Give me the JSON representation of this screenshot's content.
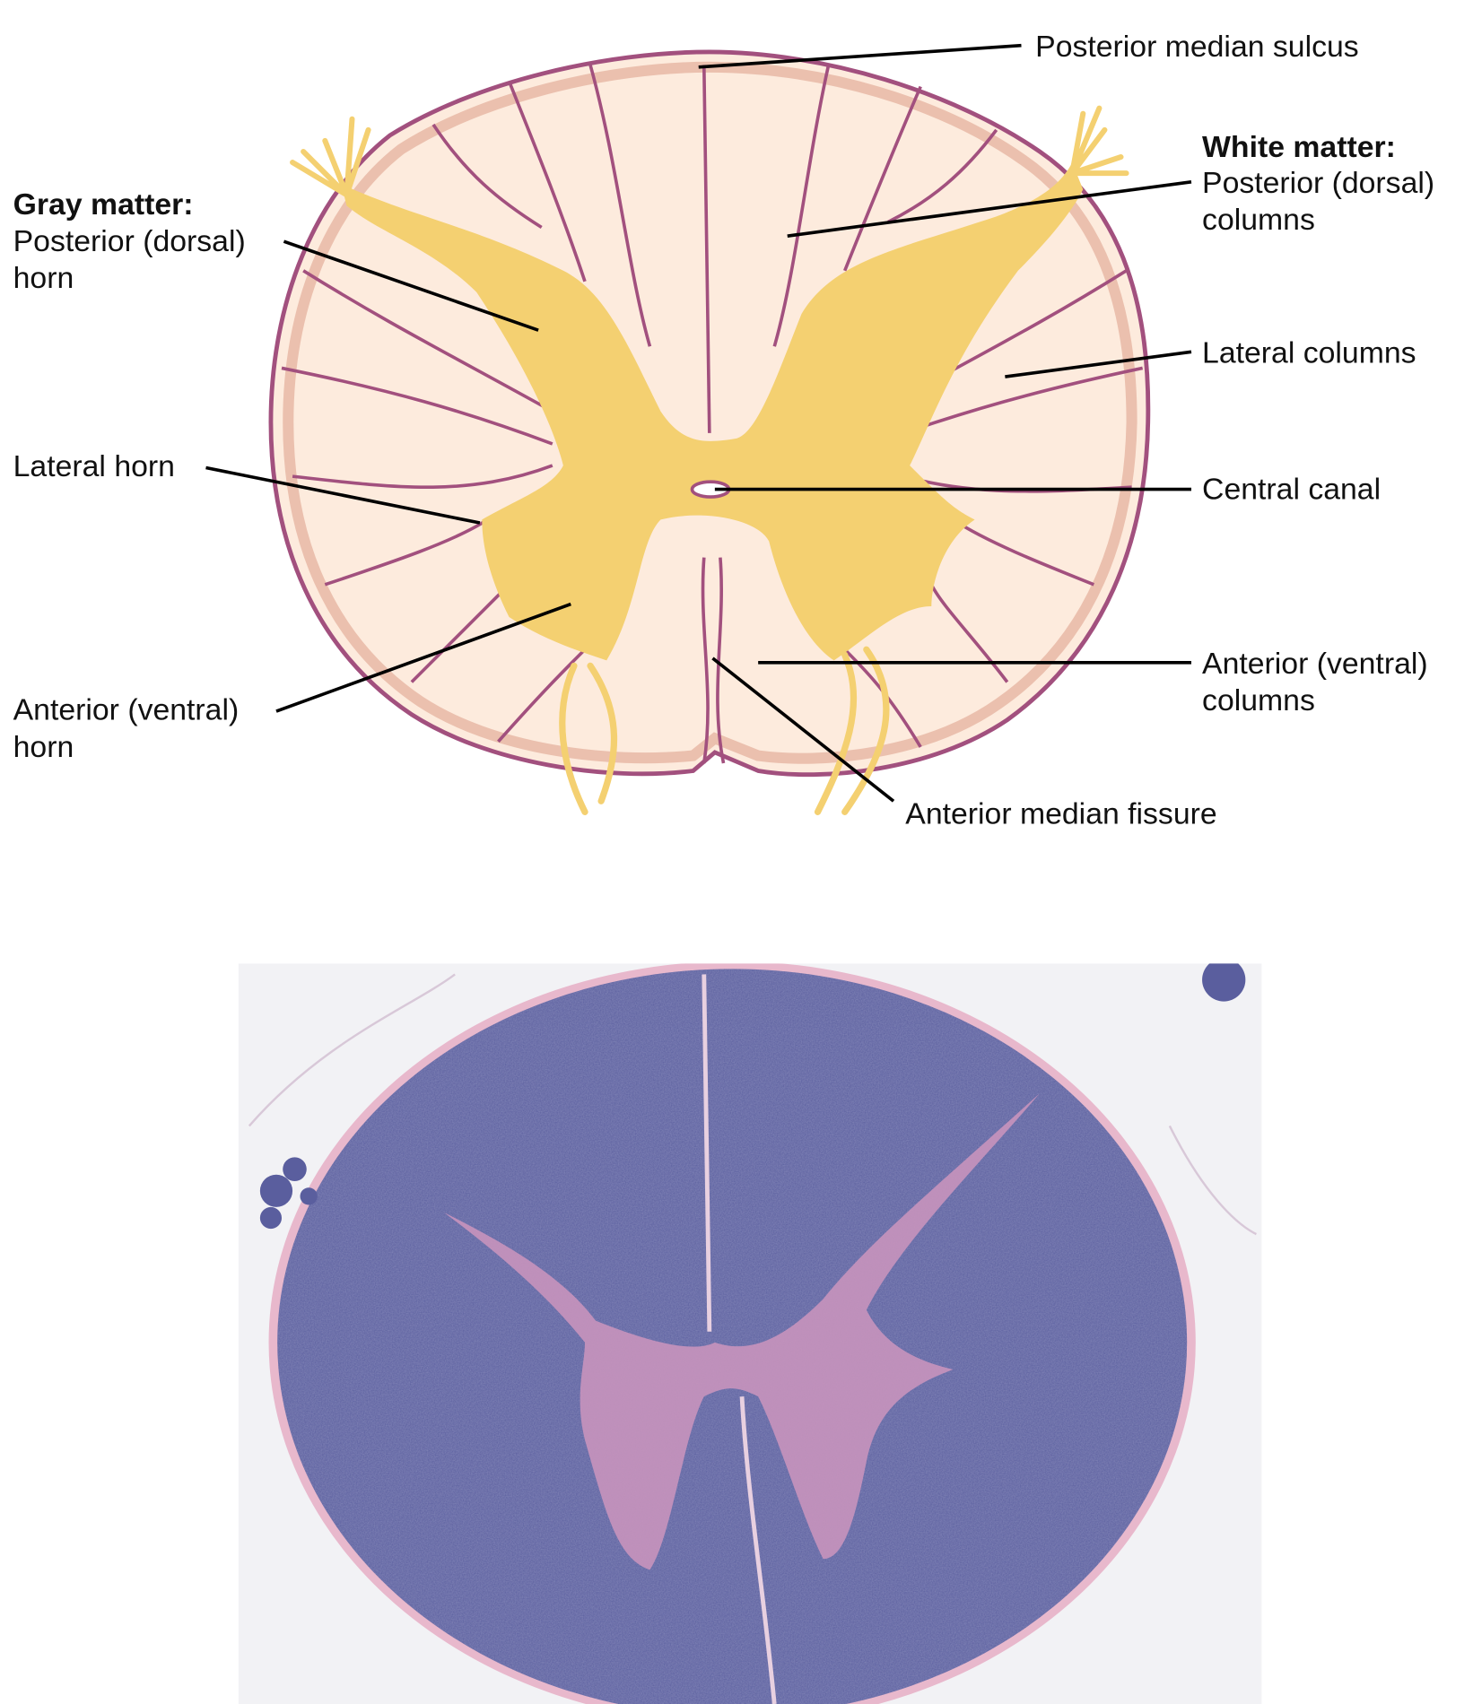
{
  "labels": {
    "posterior_median_sulcus": "Posterior median sulcus",
    "white_matter_heading": "White matter:",
    "posterior_columns_1": "Posterior (dorsal)",
    "posterior_columns_2": "columns",
    "lateral_columns": "Lateral columns",
    "central_canal": "Central canal",
    "anterior_columns_1": "Anterior (ventral)",
    "anterior_columns_2": "columns",
    "anterior_median_fissure": "Anterior median fissure",
    "gray_matter_heading": "Gray matter:",
    "posterior_horn_1": "Posterior (dorsal)",
    "posterior_horn_2": "horn",
    "lateral_horn": "Lateral horn",
    "anterior_horn_1": "Anterior (ventral)",
    "anterior_horn_2": "horn"
  },
  "colors": {
    "gray_matter": "#F4D071",
    "white_matter": "#FDEBDD",
    "outline": "#A2507E",
    "histology_white": "#5A5E9E",
    "histology_gray": "#C894BC"
  }
}
